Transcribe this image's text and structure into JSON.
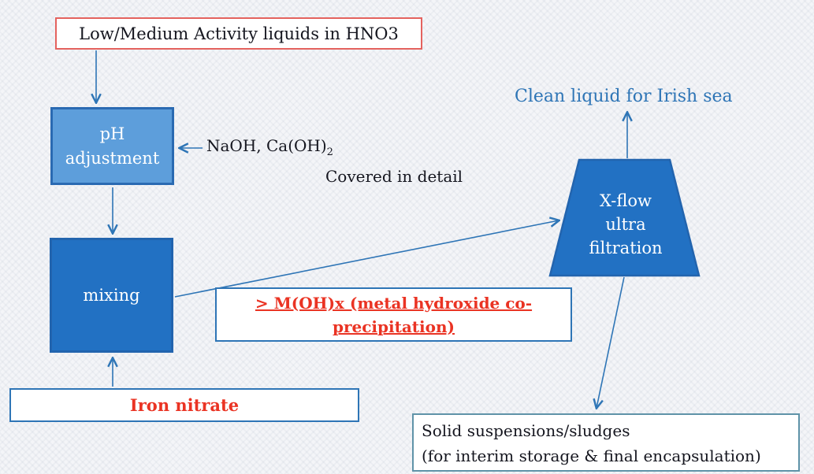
{
  "diagram": {
    "description": "Radioactive liquid effluent treatment flowchart",
    "colors": {
      "accent_blue": "#2e75b6",
      "dark_blue_fill": "#2271c3",
      "light_blue_fill": "#5d9edb",
      "red_text": "#ea3323",
      "red_border": "#e4625e",
      "dark_text": "#15161f",
      "sludge_border": "#5f93a8"
    },
    "nodes": {
      "feed": {
        "label": "Low/Medium Activity liquids in HNO3"
      },
      "ph": {
        "line1": "pH",
        "line2": "adjustment"
      },
      "reagents": {
        "text": "NaOH, Ca(OH)",
        "subscript": "2"
      },
      "note": {
        "text": "Covered in detail"
      },
      "mixing": {
        "label": "mixing"
      },
      "iron": {
        "label": "Iron nitrate"
      },
      "precipitation": {
        "line1": "> M(OH)x (metal hydroxide co-",
        "line2": "precipitation)"
      },
      "xflow": {
        "line1": "X-flow",
        "line2": "ultra",
        "line3": "filtration"
      },
      "clean": {
        "label": "Clean liquid for Irish sea"
      },
      "sludge": {
        "line1": "Solid suspensions/sludges",
        "line2": "(for interim storage & final encapsulation)"
      }
    }
  }
}
